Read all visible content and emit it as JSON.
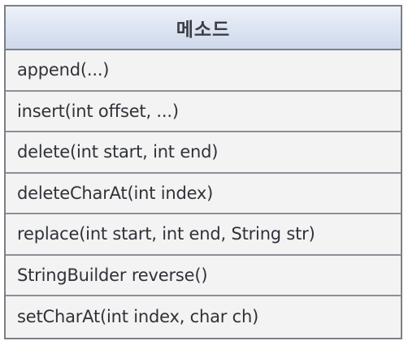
{
  "table": {
    "header": "메소드",
    "rows": [
      "append(...)",
      "insert(int offset, ...)",
      "delete(int start, int end)",
      "deleteCharAt(int index)",
      "replace(int start, int end, String str)",
      "StringBuilder reverse()",
      "setCharAt(int index, char ch)"
    ]
  }
}
